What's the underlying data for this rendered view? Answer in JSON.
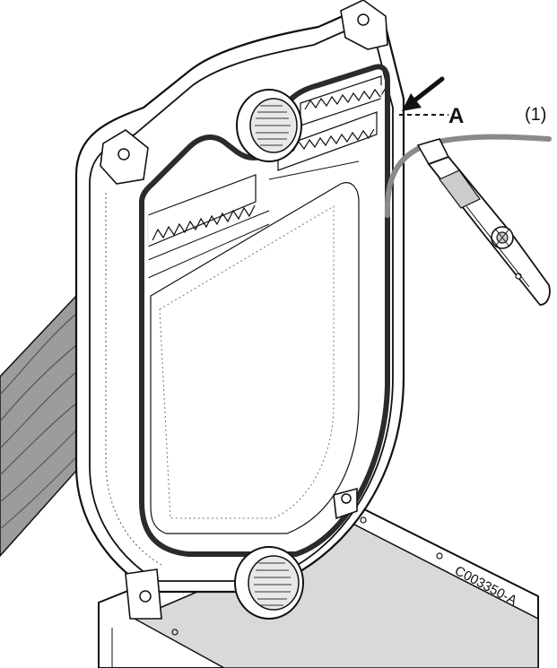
{
  "labels": {
    "detail_letter": "A",
    "part_number": "(1)",
    "figure_code": "C003350-A"
  },
  "colors": {
    "line": "#111111",
    "seal": "#2b2b2b",
    "cord": "#8a8a8a",
    "base": "#d9d9d9",
    "wood": "#9c9c9c"
  }
}
